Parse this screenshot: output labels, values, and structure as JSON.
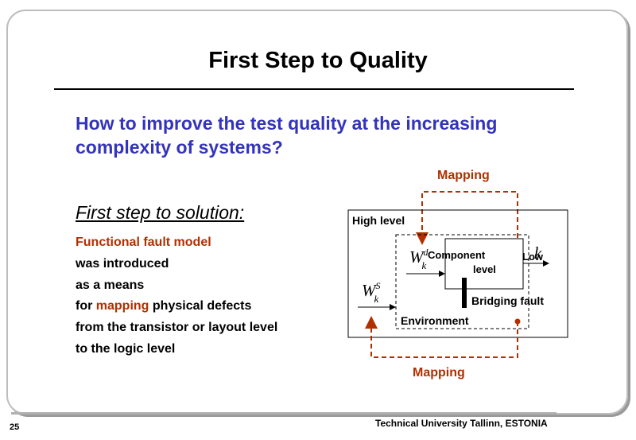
{
  "slide": {
    "title": "First Step to Quality",
    "question": "How to improve the test quality at the increasing complexity of systems?",
    "subheading": "First step to solution:",
    "lines": [
      {
        "parts": [
          {
            "text": "Functional fault model",
            "color": "#b03000"
          }
        ]
      },
      {
        "parts": [
          {
            "text": "was introduced",
            "color": "#000000"
          }
        ]
      },
      {
        "parts": [
          {
            "text": "as a means",
            "color": "#000000"
          }
        ]
      },
      {
        "parts": [
          {
            "text": "for ",
            "color": "#000000"
          },
          {
            "text": "mapping",
            "color": "#b03000"
          },
          {
            "text": " physical defects",
            "color": "#000000"
          }
        ]
      },
      {
        "parts": [
          {
            "text": "from the transistor or layout level",
            "color": "#000000"
          }
        ]
      },
      {
        "parts": [
          {
            "text": "to the logic level",
            "color": "#000000"
          }
        ]
      }
    ],
    "footer": "Technical University Tallinn, ESTONIA",
    "page_number": "25"
  },
  "diagram": {
    "mapping_top": "Mapping",
    "mapping_bottom": "Mapping",
    "high_level": "High level",
    "environment": "Environment",
    "component_line1": "Component",
    "component_line2": "level",
    "low": "Low",
    "bridging_fault": "Bridging fault",
    "ws_symbol": "W",
    "ws_sup": "S",
    "ws_sub": "k",
    "wd_symbol": "W",
    "wd_sup": "d",
    "wd_sub": "k",
    "k_symbol": "k",
    "colors": {
      "mapping": "#b03000",
      "question": "#3333bb"
    }
  }
}
